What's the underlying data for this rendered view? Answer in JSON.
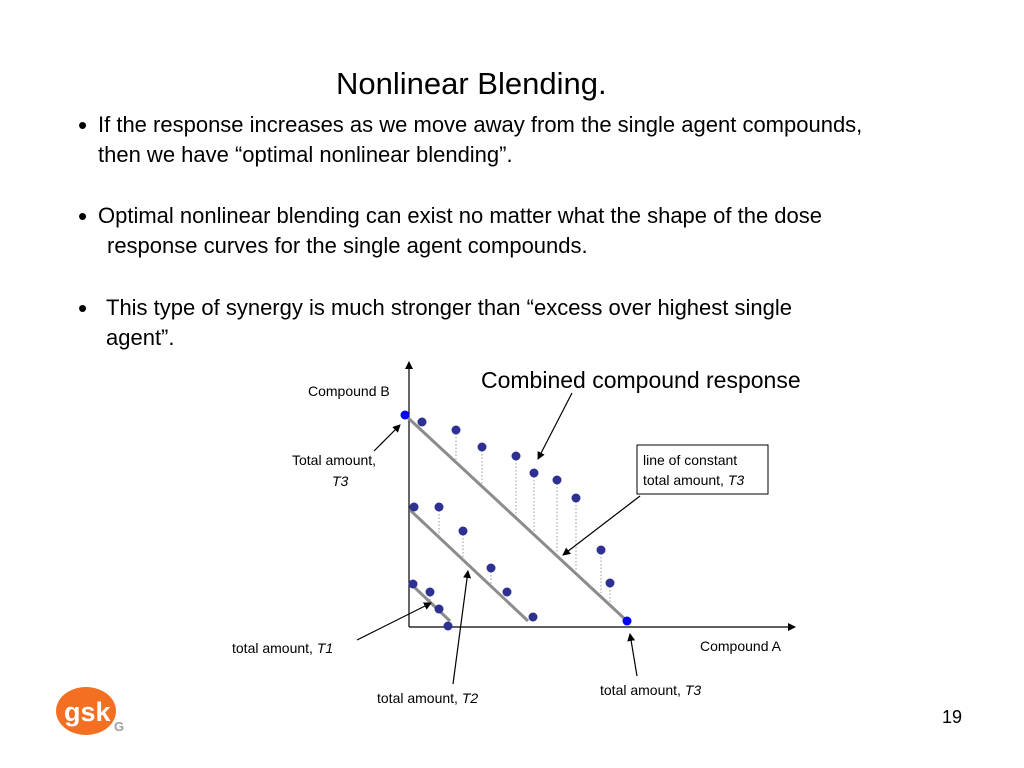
{
  "slide": {
    "title": "Nonlinear Blending.",
    "page_number": "19",
    "bullets": [
      {
        "lines": [
          "If the response increases as we move away from the single agent compounds,",
          "then we have “optimal nonlinear blending”."
        ]
      },
      {
        "lines": [
          "Optimal nonlinear blending can exist no matter what the shape of the dose",
          "response curves for the single agent compounds."
        ]
      },
      {
        "lines": [
          "This type of synergy is much stronger than “excess over highest single",
          "agent”."
        ]
      }
    ]
  },
  "diagram": {
    "y_axis_label": "Compound B",
    "x_axis_label": "Compound A",
    "combined_label": "Combined compound response",
    "constant_line_label": [
      "line of constant",
      "total amount, ",
      "T3"
    ],
    "total_t3_left": [
      "Total amount,",
      "T3"
    ],
    "total_t1": [
      "total amount, ",
      "T1"
    ],
    "total_t2": [
      "total amount, ",
      "T2"
    ],
    "total_t3_bottom": [
      "total amount, ",
      "T3"
    ],
    "colors": {
      "response_dot": "#2e3192",
      "endpoint_dot": "#0000ff",
      "iso_line": "#8c8c8c",
      "drop_line": "#9a9a9a"
    }
  },
  "logo": {
    "text": "gsk",
    "mark": "G",
    "colors": {
      "orange": "#f36f21",
      "grey": "#a0a0a0"
    }
  }
}
